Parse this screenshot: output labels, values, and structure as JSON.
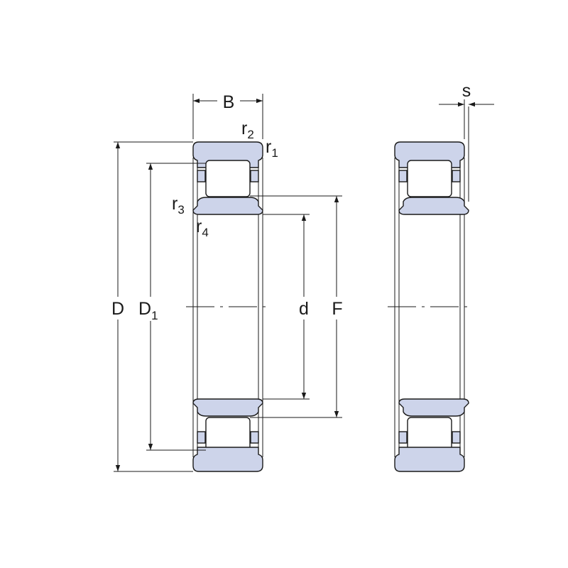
{
  "colors": {
    "ring": "#cdd4ea",
    "roller": "#ffffff",
    "cage": "#cdd4ea",
    "line": "#1a1a1a"
  },
  "labels": {
    "B": "B",
    "s": "s",
    "D": "D",
    "D1_main": "D",
    "D1_sub": "1",
    "d": "d",
    "F": "F",
    "r1_main": "r",
    "r1_sub": "1",
    "r2_main": "r",
    "r2_sub": "2",
    "r3_main": "r",
    "r3_sub": "3",
    "r4_main": "r",
    "r4_sub": "4"
  }
}
